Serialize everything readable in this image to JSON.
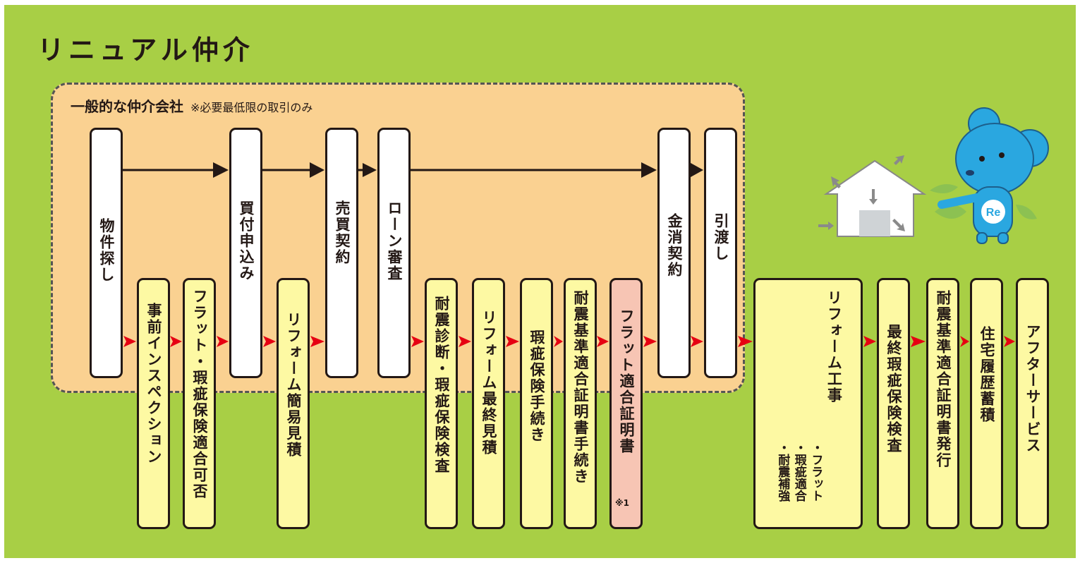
{
  "title": "リニュアル仲介",
  "region": {
    "label": "一般的な仲介会社",
    "note": "※必要最低限の取引のみ"
  },
  "steps": {
    "bukken": "物件探し",
    "jizen": "事前インスペクション",
    "flat_kashi": "フラット・瑕疵保険適合可否",
    "kaitsuke": "買付申込み",
    "reform_kan": "リフォーム簡易見積",
    "baibai": "売買契約",
    "loan": "ローン審査",
    "taishin": "耐震診断・瑕疵保険検査",
    "reform_sai": "リフォーム最終見積",
    "kashi_tetsu": "瑕疵保険手続き",
    "taishin_kijun": "耐震基準適合証明書手続き",
    "flat_tekigo": "フラット適合証明書",
    "kinsho": "金消契約",
    "hikiwatashi": "引渡し",
    "reform_koji": "リフォーム工事",
    "reform_note1": "・フラット",
    "reform_note2": "・瑕疵適合",
    "reform_note3": "・耐震補強",
    "saishu_kashi": "最終瑕疵保険検査",
    "taishin_hakko": "耐震基準適合証明書発行",
    "jutaku": "住宅履歴蓄積",
    "after": "アフターサービス"
  },
  "footnote": "※1",
  "mascot_badge": "Re",
  "colors": {
    "background": "#a8cf45",
    "region": "#fad191",
    "white_box": "#ffffff",
    "yellow_box": "#fdf9a3",
    "pink_box": "#f7c5b4",
    "arrow_red": "#e60012",
    "mascot": "#2aa7e0"
  }
}
